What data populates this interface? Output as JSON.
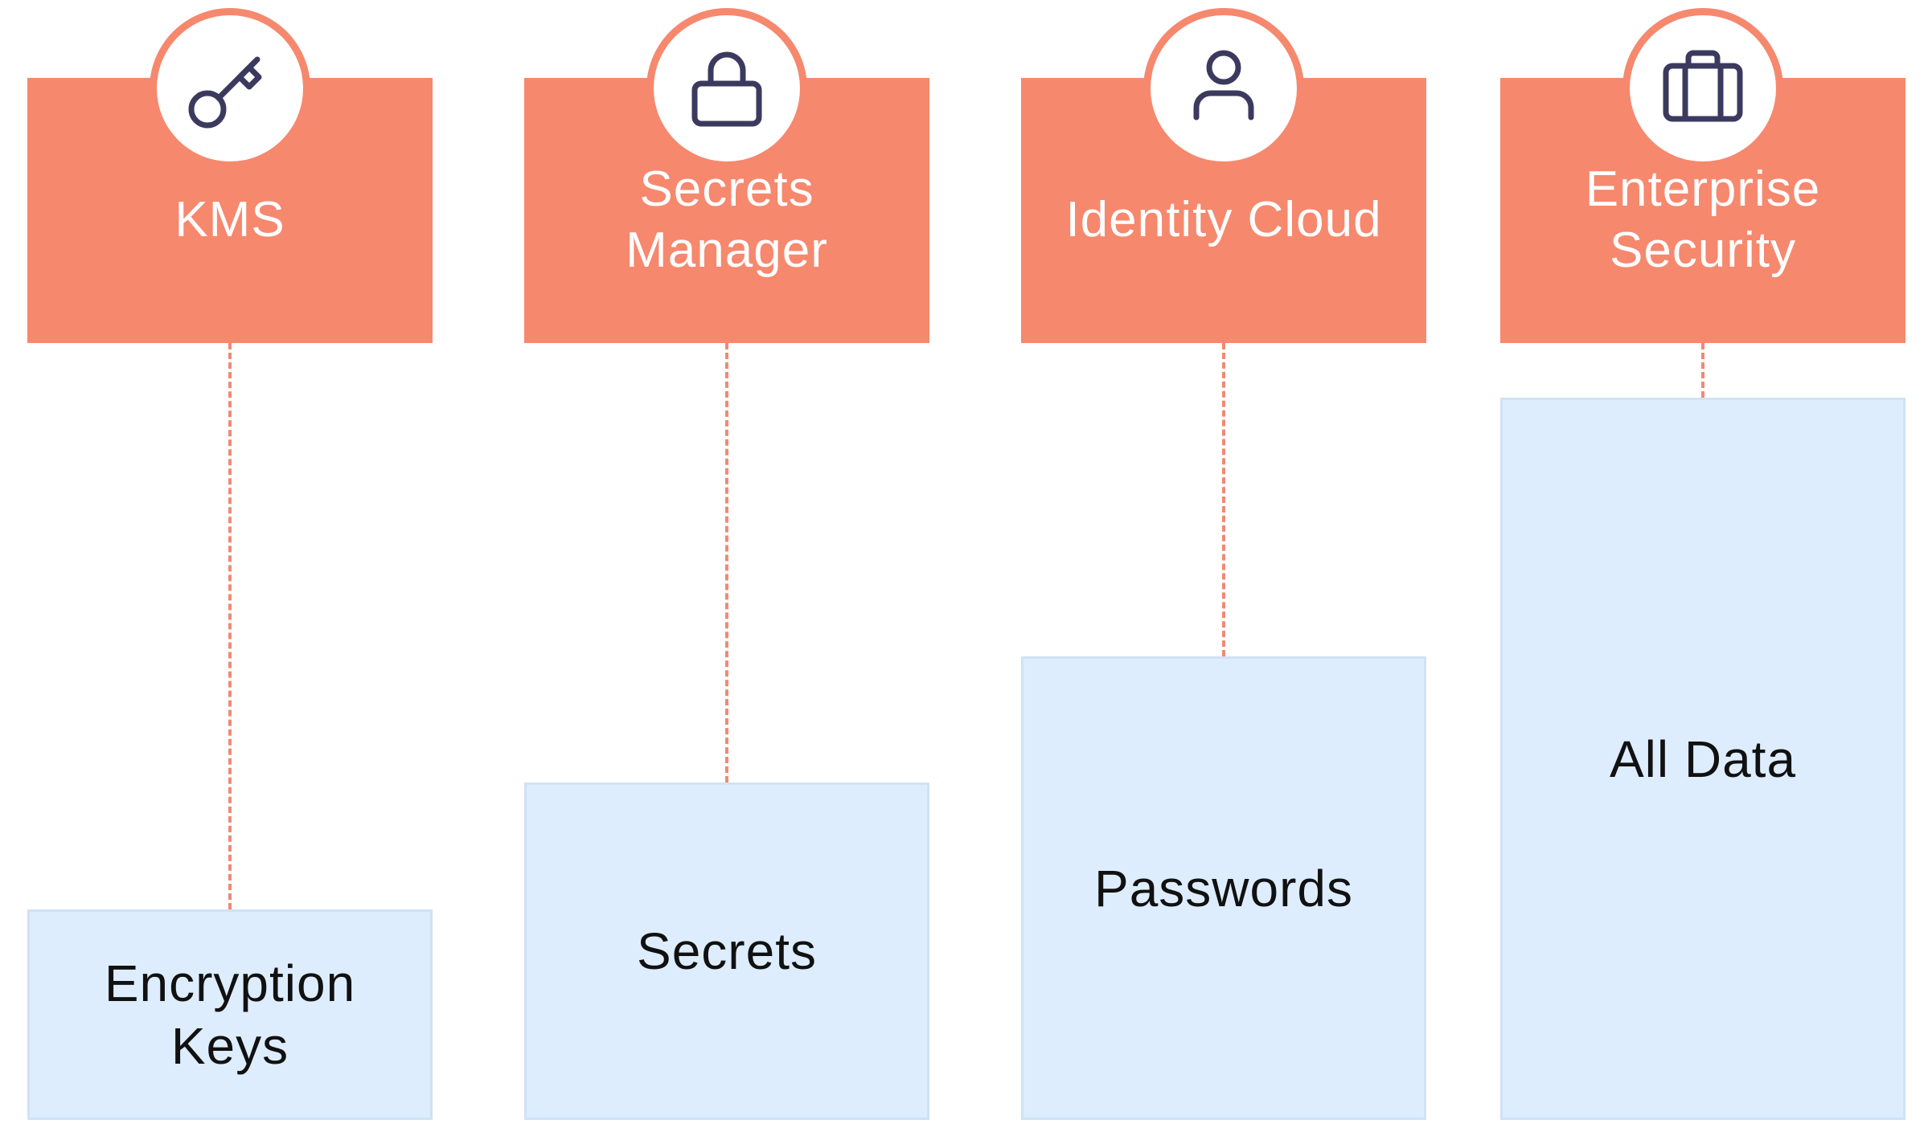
{
  "colors": {
    "header_fill": "#f6886e",
    "header_text": "#ffffff",
    "icon_stroke": "#3b3a5e",
    "connector": "#f08a74",
    "data_fill": "#deedfd",
    "data_border": "#cfe2f6",
    "data_text": "#111111"
  },
  "products": [
    {
      "label": "KMS",
      "icon": "key-icon",
      "data_label": "Encryption\nKeys"
    },
    {
      "label": "Secrets\nManager",
      "icon": "lock-icon",
      "data_label": "Secrets"
    },
    {
      "label": "Identity Cloud",
      "icon": "user-icon",
      "data_label": "Passwords"
    },
    {
      "label": "Enterprise\nSecurity",
      "icon": "briefcase-icon",
      "data_label": "All Data"
    }
  ]
}
